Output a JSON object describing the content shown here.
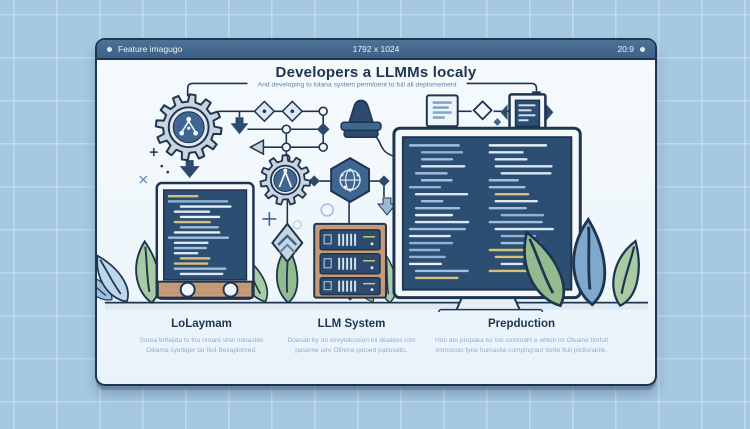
{
  "window": {
    "titlebar": {
      "title": "Feature imagugo",
      "dimensions": "1792 x 1024",
      "ratio": "20:9"
    },
    "heading": "Developers a LLMMs localy",
    "subtitle": "And developing to lolana system permloent to full all deplomement"
  },
  "captions": [
    {
      "title": "LoLaymam",
      "line1": "Sorea brifalida to fou nmare shel ndoastek",
      "line2": "Olliama cyettiger tar fluil Bexaplomed."
    },
    {
      "title": "LLM System",
      "line1": "Doasab by on sireylaksision inl deabies rom",
      "line2": "paseme uiro Olinma gotoed patiosatic."
    },
    {
      "title": "Prepduction",
      "line1": "Hon ato propaka tui Ino commahi e which ist Olsaine timfull",
      "line2": "immonsic tyne humaslia comping'aur tonte fiull pictionarile."
    }
  ],
  "icons": {
    "window_dot_left": "circle-dot",
    "window_dot_right": "circle-dot",
    "gear_large": "gear with branch-network glyph",
    "gear_small": "gear with lambda-person glyph",
    "hexagon": "hexagon with globe-graph glyph",
    "shield_diamond": "diamond with chevrons",
    "server_rack": "3-bay wooden server rack",
    "tablet": "tablet with code screen",
    "monitor": "desktop monitor with code screen",
    "document_node": "document card",
    "terminal_node": "small terminal card",
    "cone_marker": "cone on slabs",
    "leaves": "plant leaves"
  },
  "colors": {
    "background": "#a6c9e2",
    "outline_navy": "#1e3550",
    "titlebar": "#436688",
    "panel": "#f3f9fd",
    "screen_blue": "#2d4e73",
    "node_blue": "#3f6690",
    "wood": "#c79a78",
    "leaf_green": "#a8cba4",
    "leaf_blue": "#bcd6ea",
    "code_light": "#dce9f5",
    "code_blue": "#9fc0de",
    "code_yellow": "#d9c078",
    "subtitle_text": "#5b82ab",
    "caption_desc": "#93aecb"
  }
}
